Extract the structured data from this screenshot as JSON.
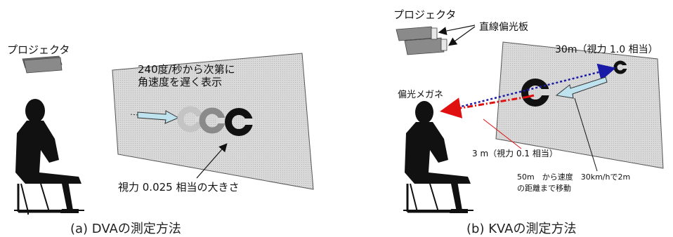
{
  "panel_a": {
    "projector_label": "プロジェクタ",
    "speed_text_line1": "240度/秒から次第に",
    "speed_text_line2": "角速度を遅く表示",
    "size_label": "視力 0.025 相当の大きさ",
    "caption": "(a) DVAの測定方法"
  },
  "panel_b": {
    "projector_label": "プロジェクタ",
    "polarizer_label": "直線偏光板",
    "glasses_label": "偏光メガネ",
    "far_label": "30m（視力 1.0 相当）",
    "near_label": "3 m（視力 0.1 相当）",
    "motion_line1": "50m　から速度　30km/hで2m",
    "motion_line2": "の距離まで移動",
    "caption": "(b) KVAの測定方法"
  },
  "colors": {
    "screen_fill": "#d2d2d2",
    "projector_fill": "#8a8a8a",
    "silhouette": "#111111",
    "red_arrow": "#e01010",
    "blue_arrow": "#1a1aa8",
    "motion_arrow_fill": "#bfe3ee"
  }
}
